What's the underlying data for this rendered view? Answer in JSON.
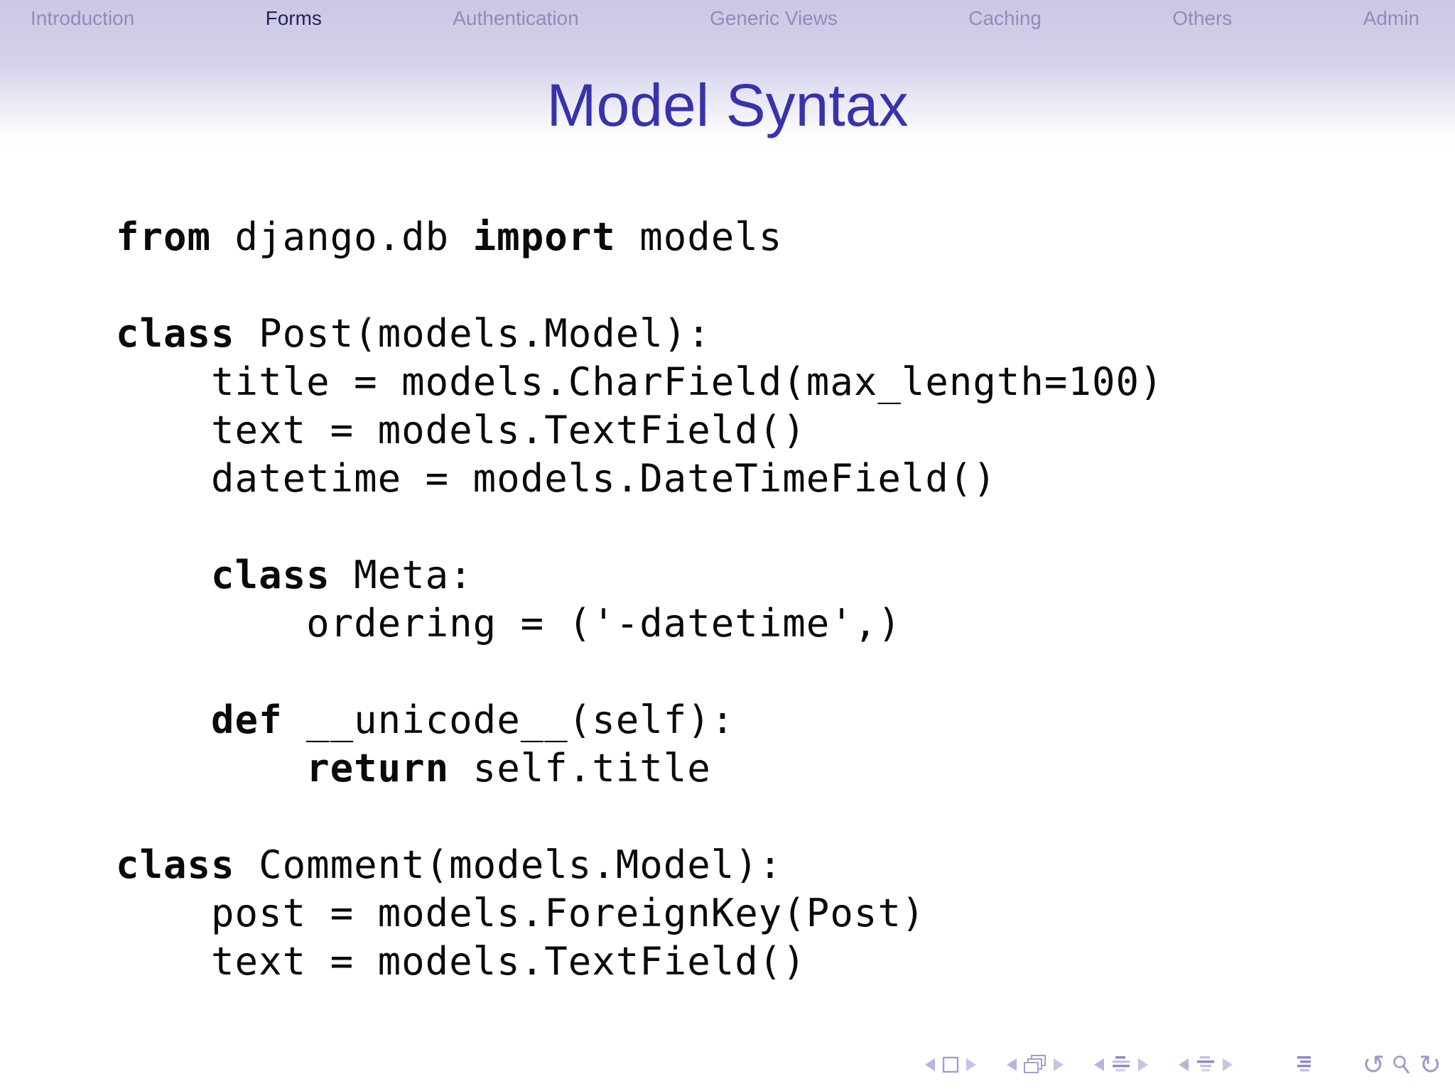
{
  "slide": {
    "title": "Model Syntax"
  },
  "nav": {
    "items": [
      {
        "label": "Introduction",
        "active": false
      },
      {
        "label": "Forms",
        "active": true
      },
      {
        "label": "Authentication",
        "active": false
      },
      {
        "label": "Generic Views",
        "active": false
      },
      {
        "label": "Caching",
        "active": false
      },
      {
        "label": "Others",
        "active": false
      },
      {
        "label": "Admin",
        "active": false
      }
    ]
  },
  "code": {
    "lines": [
      [
        {
          "t": "from",
          "k": true
        },
        {
          "t": " django.db "
        },
        {
          "t": "import",
          "k": true
        },
        {
          "t": " models"
        }
      ],
      [],
      [
        {
          "t": "class",
          "k": true
        },
        {
          "t": " Post(models.Model):"
        }
      ],
      [
        {
          "t": "    title = models.CharField(max_length=100)"
        }
      ],
      [
        {
          "t": "    text = models.TextField()"
        }
      ],
      [
        {
          "t": "    datetime = models.DateTimeField()"
        }
      ],
      [],
      [
        {
          "t": "    "
        },
        {
          "t": "class",
          "k": true
        },
        {
          "t": " Meta:"
        }
      ],
      [
        {
          "t": "        ordering = ('-datetime',)"
        }
      ],
      [],
      [
        {
          "t": "    "
        },
        {
          "t": "def",
          "k": true
        },
        {
          "t": " __unicode__(self):"
        }
      ],
      [
        {
          "t": "        "
        },
        {
          "t": "return",
          "k": true
        },
        {
          "t": " self.title"
        }
      ],
      [],
      [
        {
          "t": "class",
          "k": true
        },
        {
          "t": " Comment(models.Model):"
        }
      ],
      [
        {
          "t": "    post = models.ForeignKey(Post)"
        }
      ],
      [
        {
          "t": "    text = models.TextField()"
        }
      ]
    ]
  },
  "footer_nav": {
    "symbols": [
      "prev-slide-arrow-icon",
      "slide-frame-icon",
      "next-slide-arrow-icon",
      "prev-frame-arrow-icon",
      "frames-stack-icon",
      "next-frame-arrow-icon",
      "prev-subsection-arrow-icon",
      "subsection-list-icon",
      "next-subsection-arrow-icon",
      "prev-section-arrow-icon",
      "section-list-icon",
      "next-section-arrow-icon",
      "document-outline-icon",
      "back-icon",
      "search-icon",
      "forward-icon"
    ],
    "back_glyph": "↺",
    "forward_glyph": "↻"
  },
  "colors": {
    "structure": "#3833ab",
    "nav_active": "#23235f",
    "nav_inactive": "#918cb9",
    "header_gradient_top": "#cbc7e5",
    "icon_main": "#9e9ace",
    "icon_dark": "#8f8ac2",
    "icon_light": "#c3c0e2",
    "icon_faint": "#d5d3ec",
    "code_text": "#0a0a0a"
  }
}
